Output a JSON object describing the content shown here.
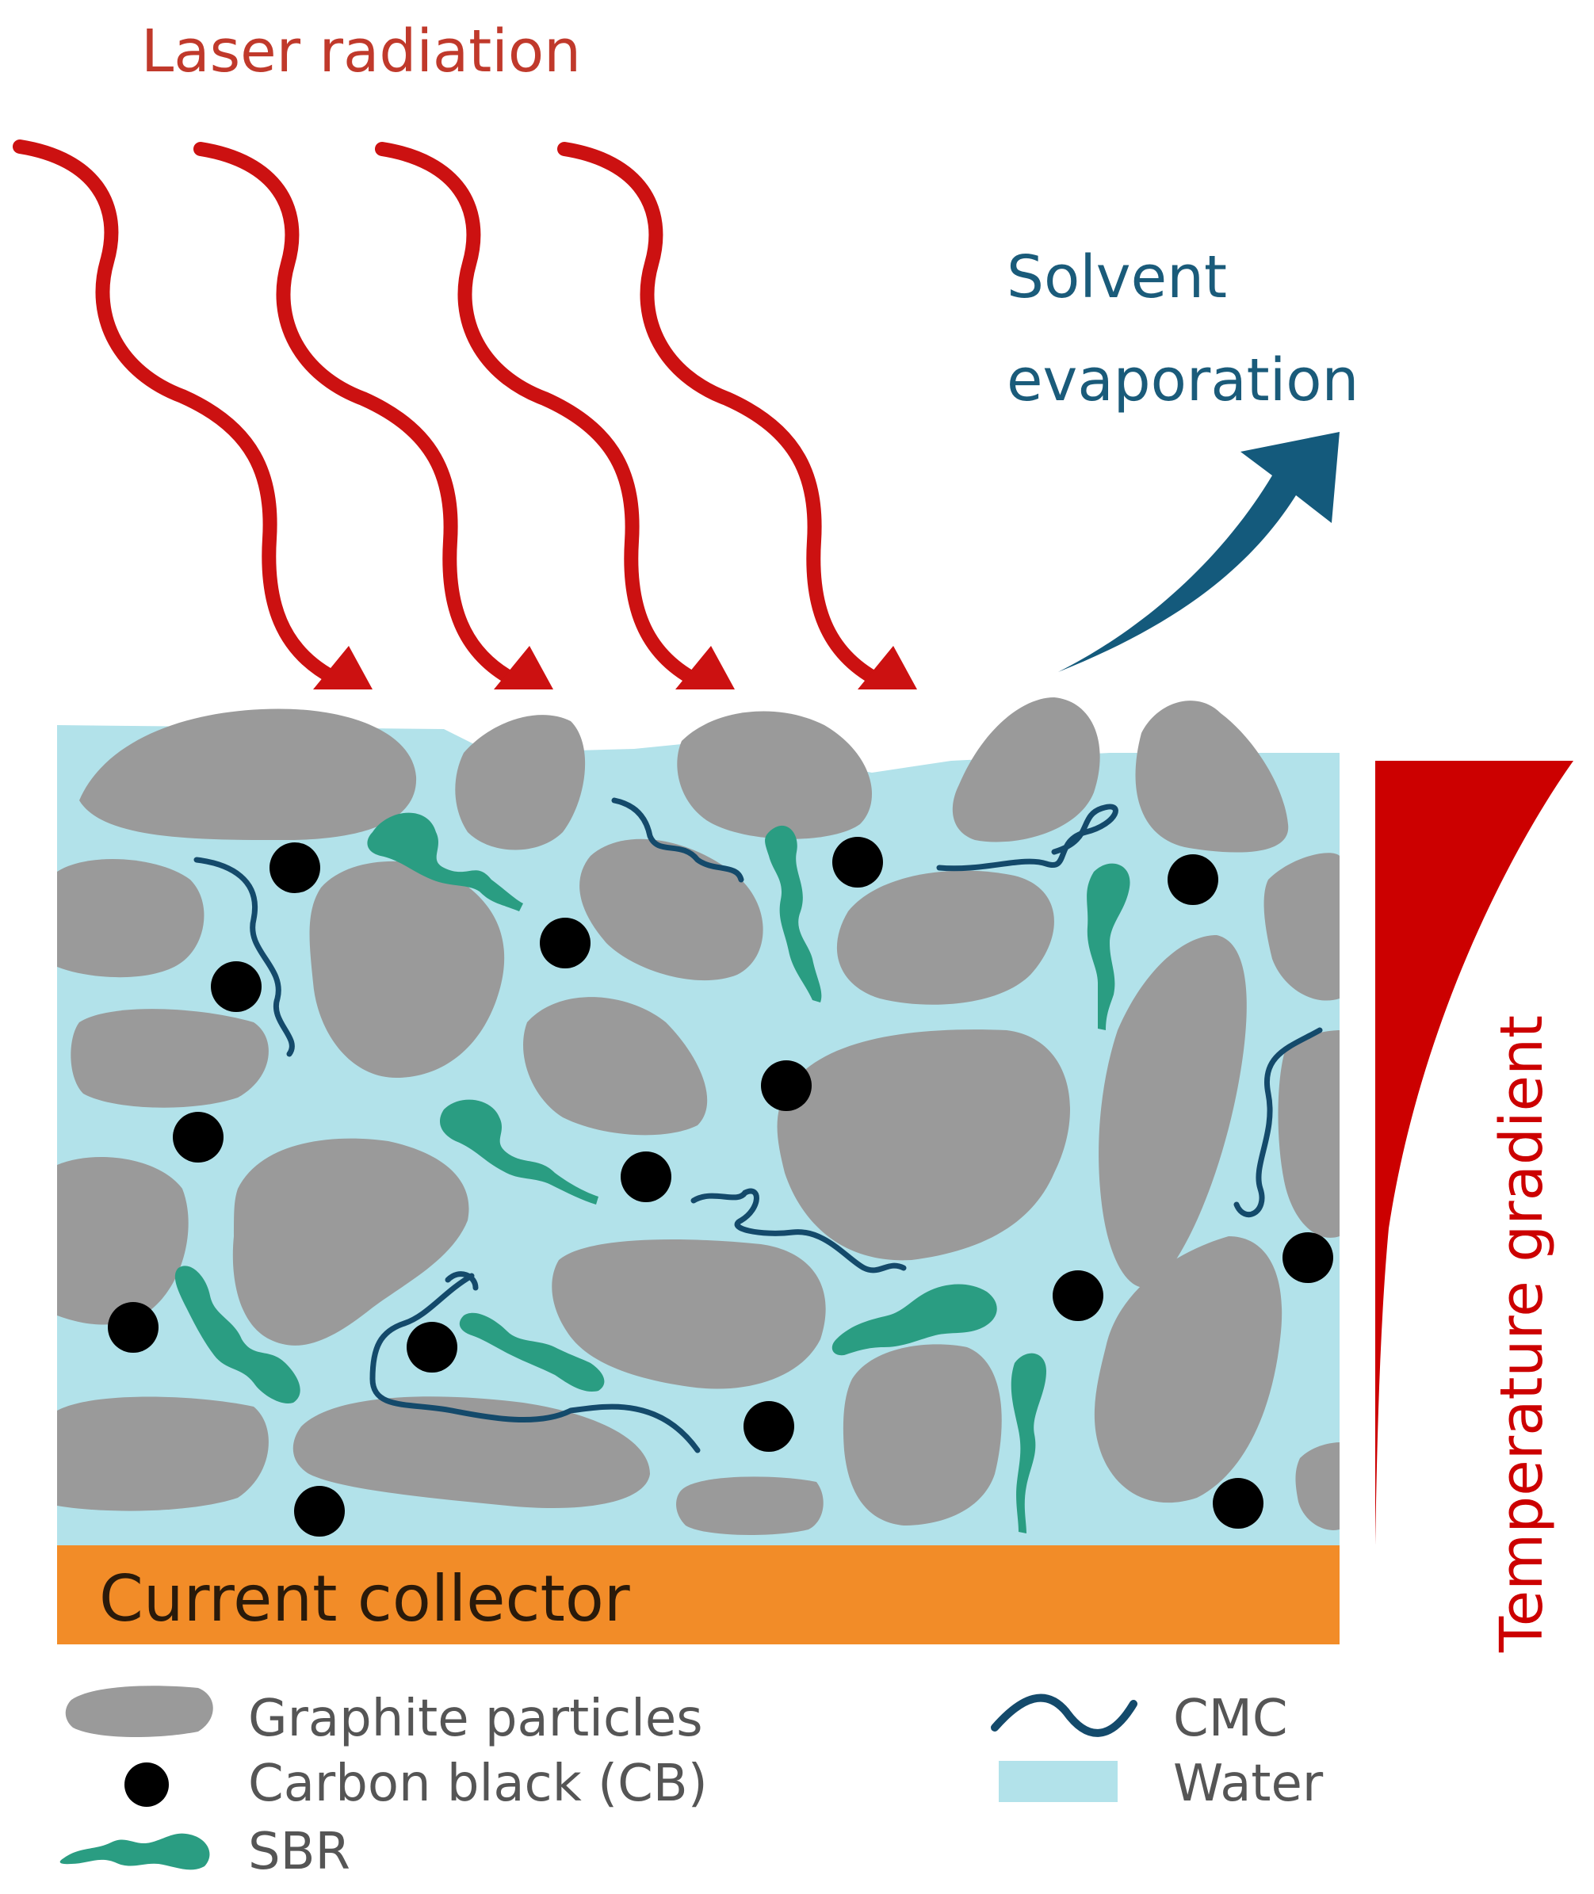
{
  "labels": {
    "laser": "Laser radiation",
    "solvent_line1": "Solvent",
    "solvent_line2": "evaporation",
    "collector": "Current collector",
    "gradient": "Temperature gradient"
  },
  "legend": {
    "graphite": "Graphite particles",
    "carbon_black": "Carbon black (CB)",
    "sbr": "SBR",
    "cmc": "CMC",
    "water": "Water"
  },
  "colors": {
    "laser": "#c00000",
    "solvent": "#1a5b7a",
    "water": "#b2e2ea",
    "graphite": "#9a9a9a",
    "carbon_black": "#000000",
    "sbr": "#2a9d82",
    "cmc": "#144a6b",
    "collector": "#f28c28",
    "gradient": "#cc0000"
  }
}
